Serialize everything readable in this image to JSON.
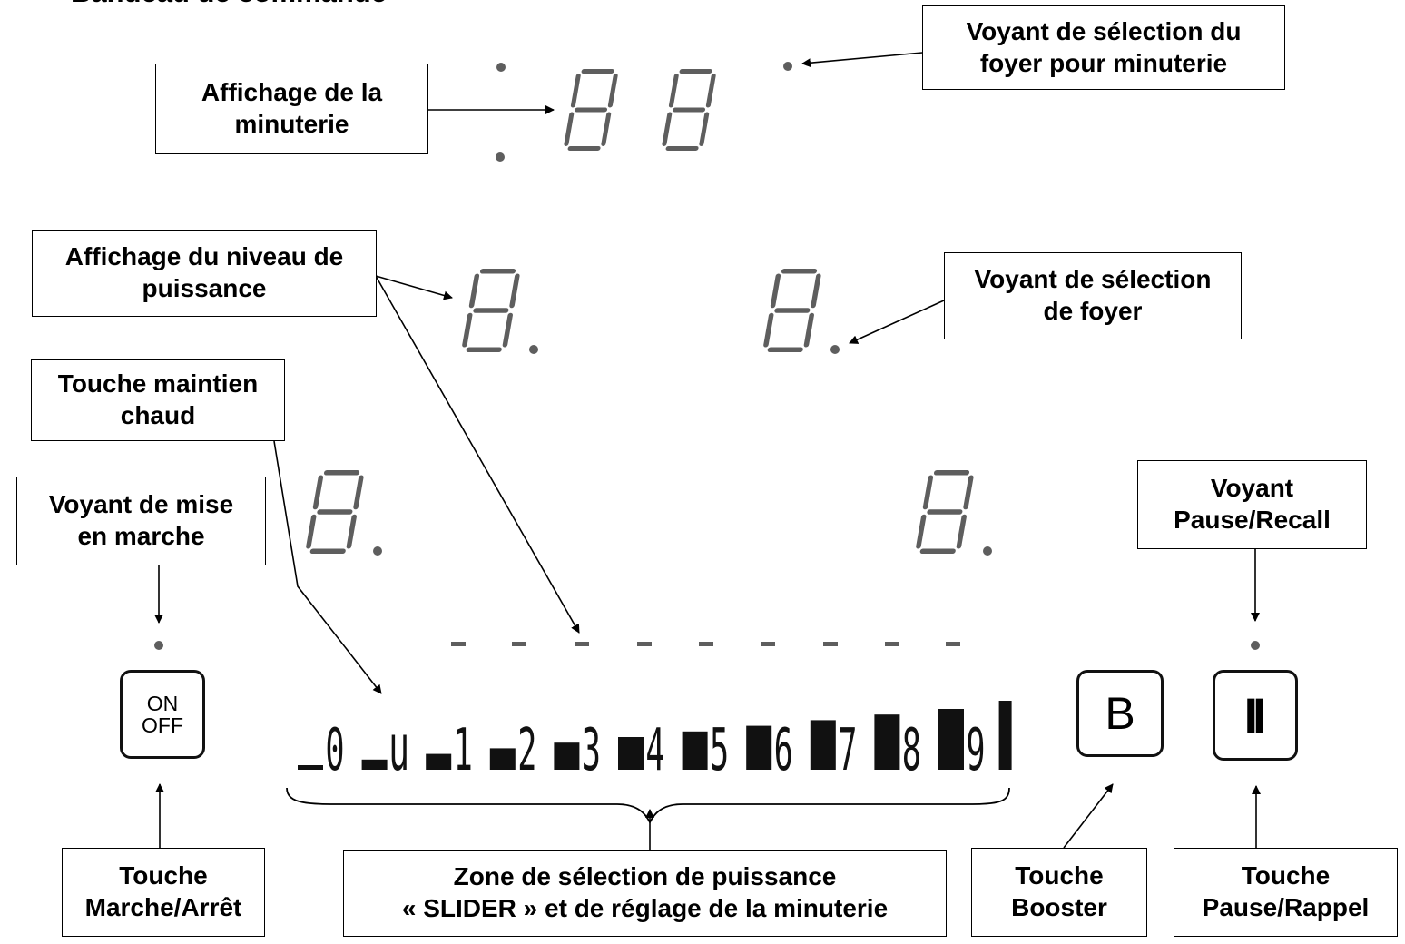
{
  "heading": "Bandeau de commande",
  "callouts": {
    "timer_display": [
      "Affichage de la",
      "minuterie"
    ],
    "timer_zone_led": [
      "Voyant de sélection du",
      "foyer pour minuterie"
    ],
    "power_display": [
      "Affichage du niveau de",
      "puissance"
    ],
    "zone_led": [
      "Voyant de sélection",
      "de foyer"
    ],
    "keep_warm_key": [
      "Touche maintien",
      "chaud"
    ],
    "power_on_led": [
      "Voyant de mise",
      "en marche"
    ],
    "pause_led": [
      "Voyant",
      "Pause/Recall"
    ],
    "onoff_key": [
      "Touche",
      "Marche/Arrêt"
    ],
    "slider_zone": [
      "Zone de sélection de puissance",
      "« SLIDER » et de réglage de la minuterie"
    ],
    "booster_key": [
      "Touche",
      "Booster"
    ],
    "pause_key": [
      "Touche",
      "Pause/Rappel"
    ]
  },
  "keys": {
    "onoff": [
      "ON",
      "OFF"
    ],
    "booster": "B",
    "pause": "II"
  },
  "slider": {
    "levels": [
      "0",
      "u",
      "1",
      "2",
      "3",
      "4",
      "5",
      "6",
      "7",
      "8",
      "9"
    ]
  },
  "colors": {
    "segment": "#5e5e5e",
    "text": "#000000",
    "slider_bar": "#111111"
  }
}
